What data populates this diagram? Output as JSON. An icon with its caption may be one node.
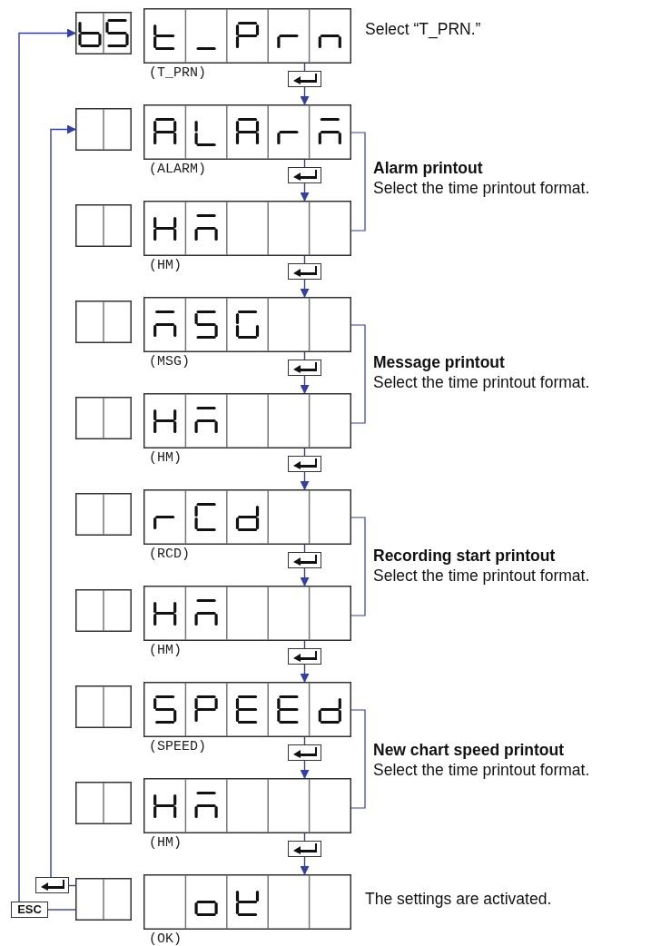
{
  "diagram": {
    "nodes": [
      {
        "text": [],
        "shape": "box"
      },
      {
        "text": [],
        "shape": "box",
        "beside": [
          "(T_PRN)"
        ]
      },
      {
        "text": [],
        "shape": "box"
      },
      {
        "text": [],
        "shape": "box"
      },
      {
        "text": [],
        "shape": "box",
        "beside": [
          "(ALARM)"
        ]
      },
      {
        "text": [],
        "shape": "box"
      },
      {
        "text": [],
        "shape": "box"
      },
      {
        "text": [],
        "shape": "box",
        "beside": [
          "(HM)"
        ]
      },
      {
        "text": [],
        "shape": "box"
      },
      {
        "text": [],
        "shape": "box"
      },
      {
        "text": [],
        "shape": "box",
        "beside": [
          "(MSG)"
        ]
      },
      {
        "text": [],
        "shape": "box"
      },
      {
        "text": [],
        "shape": "box"
      },
      {
        "text": [],
        "shape": "box",
        "beside": [
          "(HM)"
        ]
      },
      {
        "text": [],
        "shape": "box"
      },
      {
        "text": [],
        "shape": "box"
      },
      {
        "text": [],
        "shape": "box",
        "beside": [
          "(RCD)"
        ]
      },
      {
        "text": [],
        "shape": "box"
      },
      {
        "text": [],
        "shape": "box"
      },
      {
        "text": [],
        "shape": "box",
        "beside": [
          "(HM)"
        ]
      },
      {
        "text": [],
        "shape": "box"
      },
      {
        "text": [],
        "shape": "box"
      },
      {
        "text": [],
        "shape": "box",
        "beside": [
          "(SPEED)"
        ]
      },
      {
        "text": [],
        "shape": "box"
      },
      {
        "text": [],
        "shape": "box"
      },
      {
        "text": [],
        "shape": "box",
        "beside": [
          "(HM)"
        ]
      },
      {
        "text": [],
        "shape": "box"
      },
      {
        "text": [],
        "shape": "box"
      },
      {
        "text": [
          "ESC"
        ]
      },
      {
        "text": [],
        "shape": "box"
      },
      {
        "text": [],
        "shape": "box",
        "beside": [
          "(OK)"
        ]
      }
    ],
    "edges": [
      {
        "from": 1,
        "to": 2,
        "arrow": "none"
      },
      {
        "from": 2,
        "to": 4,
        "arrow": "to"
      },
      {
        "from": 4,
        "to": 5,
        "arrow": "none"
      },
      {
        "from": 5,
        "to": 7,
        "arrow": "to"
      },
      {
        "from": 7,
        "to": 8,
        "arrow": "none"
      },
      {
        "from": 8,
        "to": 10,
        "arrow": "to"
      },
      {
        "from": 10,
        "to": 11,
        "arrow": "none"
      },
      {
        "from": 11,
        "to": 13,
        "arrow": "to"
      },
      {
        "from": 13,
        "to": 14,
        "arrow": "none"
      },
      {
        "from": 14,
        "to": 16,
        "arrow": "to"
      },
      {
        "from": 16,
        "to": 17,
        "arrow": "none"
      },
      {
        "from": 17,
        "to": 19,
        "arrow": "to"
      },
      {
        "from": 19,
        "to": 20,
        "arrow": "none"
      },
      {
        "from": 20,
        "to": 22,
        "arrow": "to"
      },
      {
        "from": 22,
        "to": 23,
        "arrow": "none"
      },
      {
        "from": 23,
        "to": 25,
        "arrow": "to"
      },
      {
        "from": 25,
        "to": 26,
        "arrow": "none"
      },
      {
        "from": 26,
        "to": 30,
        "arrow": "to"
      },
      {
        "from": 29,
        "to": 27,
        "arrow": "none"
      },
      {
        "from": 29,
        "to": 28,
        "arrow": "none"
      },
      {
        "from": 28,
        "to": 0,
        "arrow": "to"
      },
      {
        "from": 27,
        "to": 3,
        "arrow": "to"
      }
    ],
    "labels": [
      "Select “T_PRN.”",
      "Alarm printout",
      "Select the time printout format.",
      "Message printout",
      "Select the time printout format.",
      "Recording start printout",
      "Select the time printout format.",
      "New chart speed printout",
      "Select the time printout format.",
      "The settings are activated."
    ]
  }
}
